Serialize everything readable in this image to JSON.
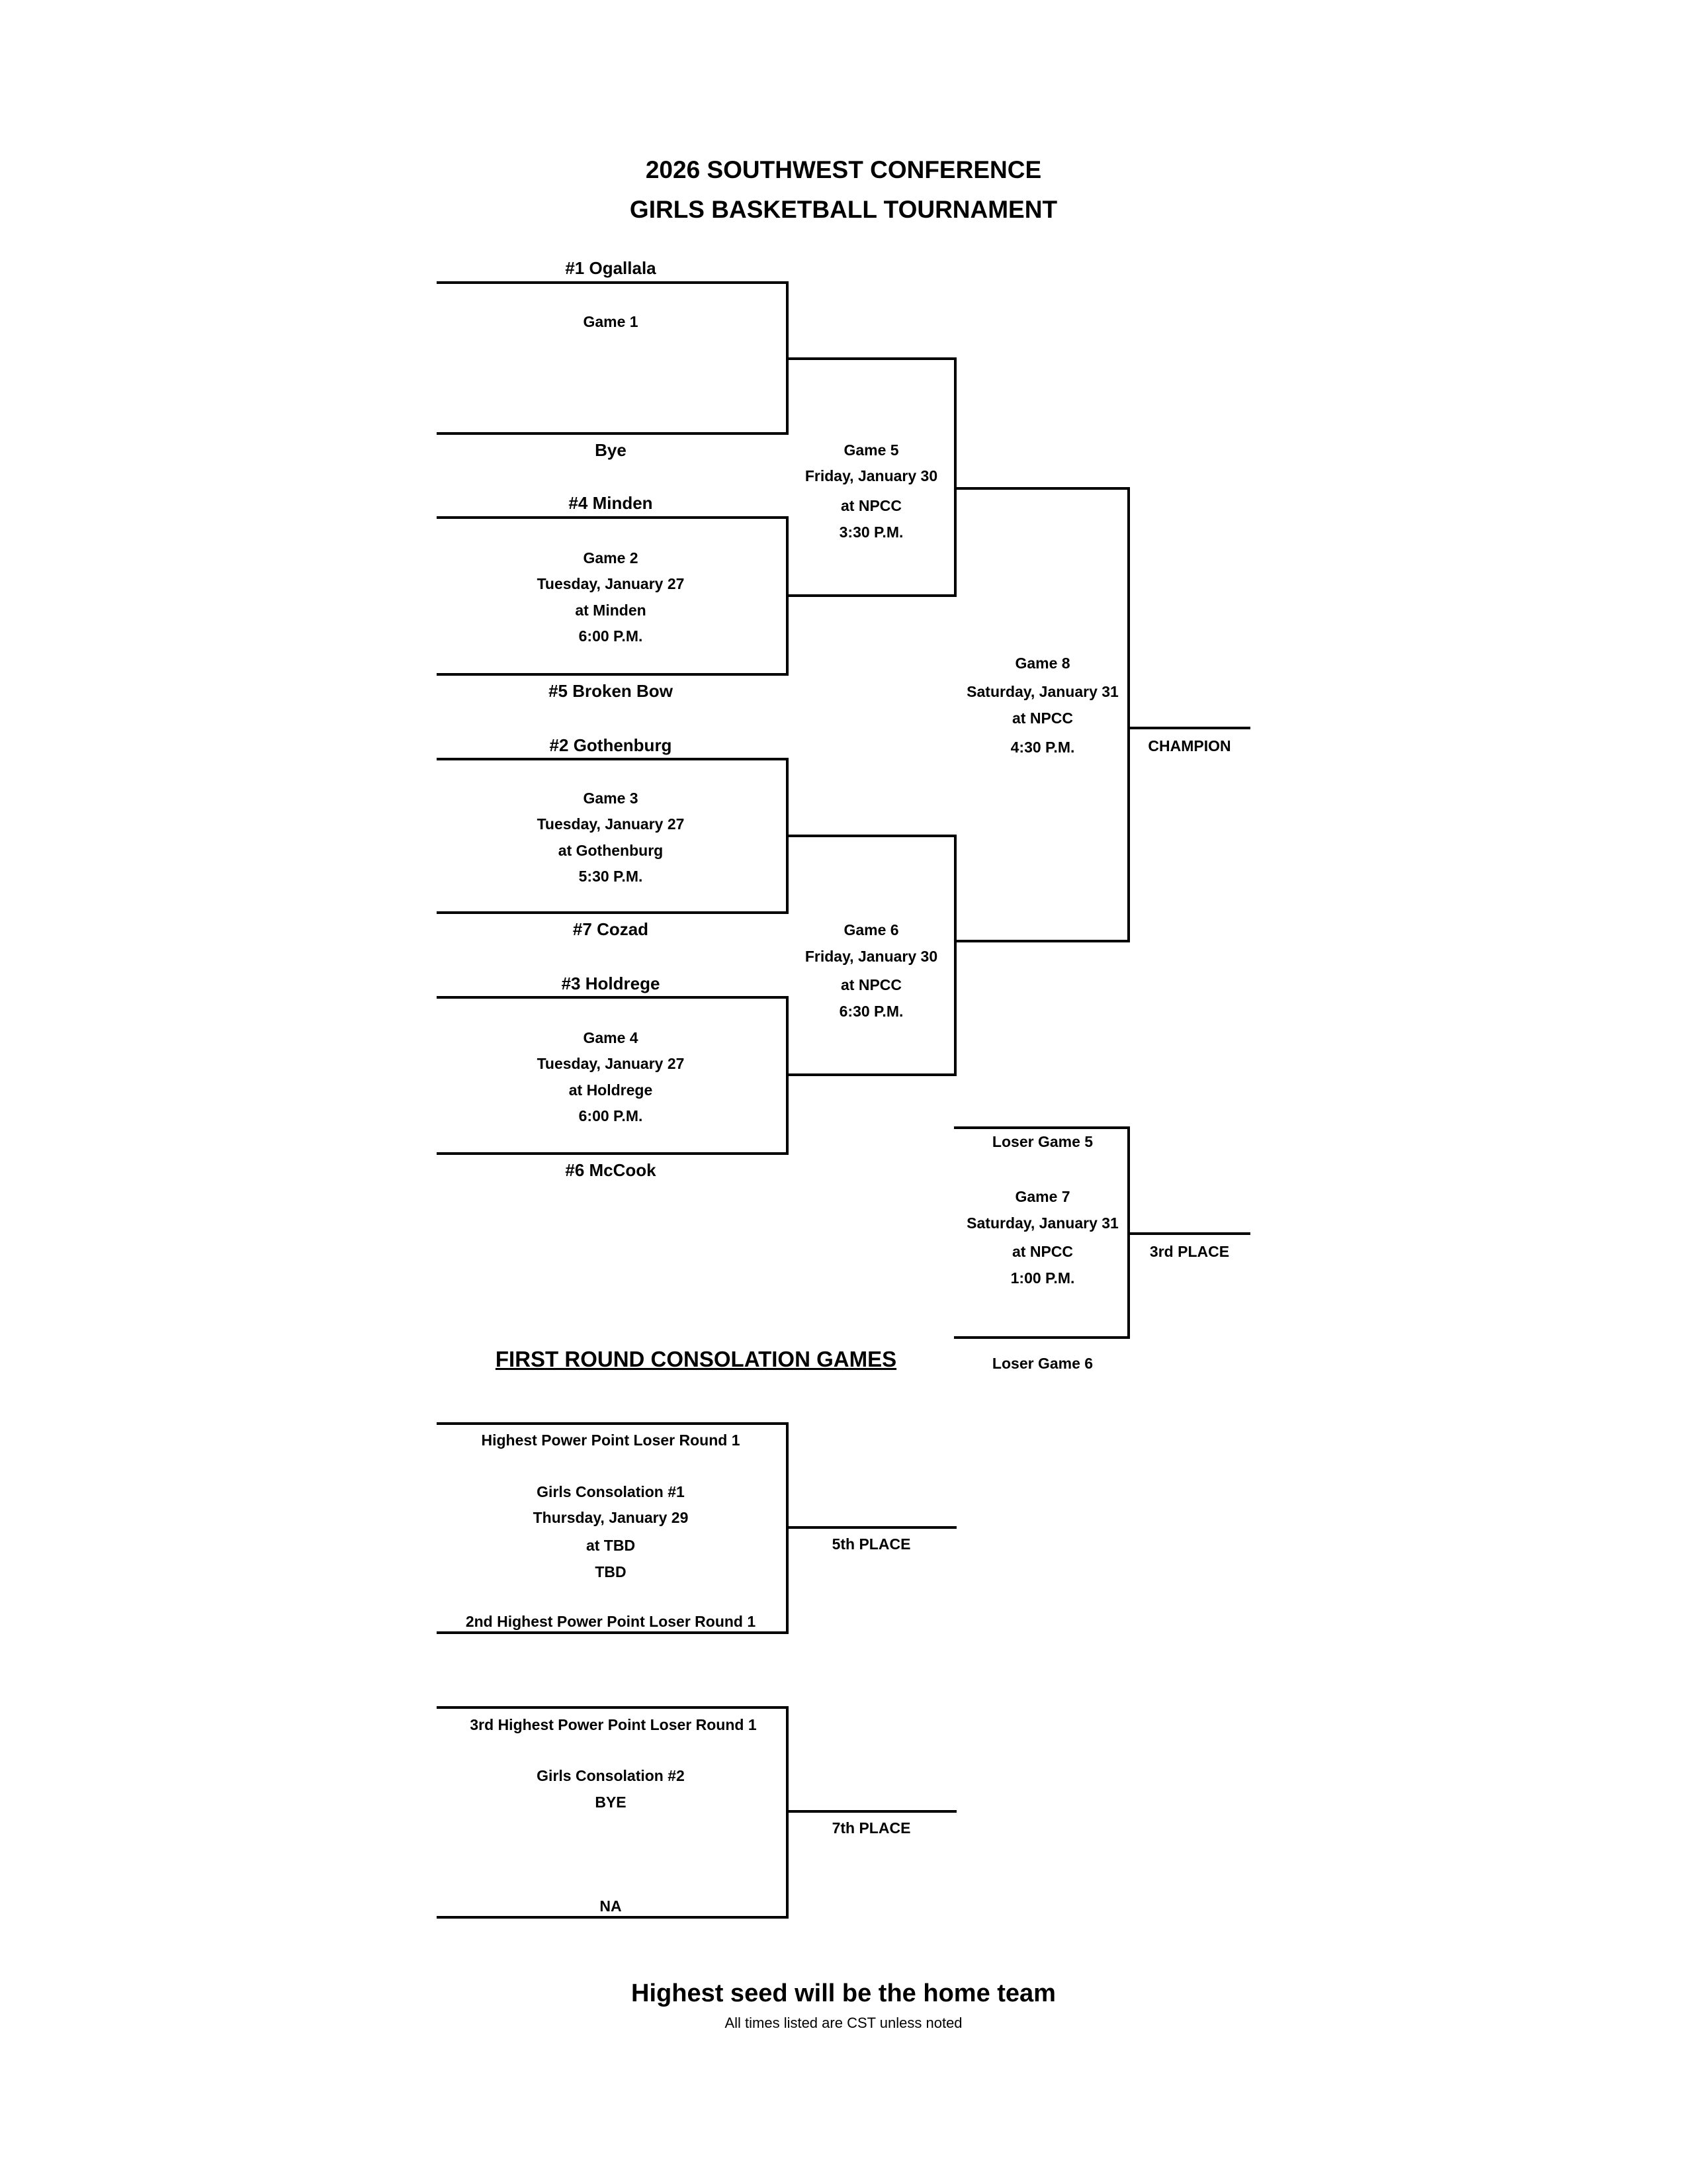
{
  "header": {
    "title_line1": "2026 SOUTHWEST CONFERENCE",
    "title_line2": "GIRLS BASKETBALL TOURNAMENT"
  },
  "round1": {
    "game1": {
      "top_team": "#1 Ogallala",
      "label": "Game 1",
      "bottom_team": "Bye"
    },
    "game2": {
      "top_team": "#4 Minden",
      "label": "Game 2",
      "date": "Tuesday, January 27",
      "location": "at Minden",
      "time": "6:00 P.M.",
      "bottom_team": "#5 Broken Bow"
    },
    "game3": {
      "top_team": "#2 Gothenburg",
      "label": "Game 3",
      "date": "Tuesday, January 27",
      "location": "at Gothenburg",
      "time": "5:30 P.M.",
      "bottom_team": "#7 Cozad"
    },
    "game4": {
      "top_team": "#3 Holdrege",
      "label": "Game 4",
      "date": "Tuesday, January 27",
      "location": "at Holdrege",
      "time": "6:00 P.M.",
      "bottom_team": "#6 McCook"
    }
  },
  "semifinals": {
    "game5": {
      "label": "Game 5",
      "date": "Friday, January 30",
      "location": "at NPCC",
      "time": "3:30 P.M."
    },
    "game6": {
      "label": "Game 6",
      "date": "Friday, January 30",
      "location": "at NPCC",
      "time": "6:30 P.M."
    }
  },
  "final": {
    "game8": {
      "label": "Game 8",
      "date": "Saturday, January 31",
      "location": "at NPCC",
      "time": "4:30 P.M."
    },
    "result": "CHAMPION"
  },
  "third_place": {
    "top": "Loser Game 5",
    "label": "Game 7",
    "date": "Saturday, January 31",
    "location": "at NPCC",
    "time": "1:00 P.M.",
    "bottom": "Loser Game 6",
    "result": "3rd PLACE"
  },
  "consolation": {
    "heading": "FIRST ROUND CONSOLATION GAMES",
    "game1": {
      "top": "Highest Power Point Loser Round 1",
      "label": "Girls Consolation #1",
      "date": "Thursday, January 29",
      "location": "at TBD",
      "time": "TBD",
      "bottom": "2nd Highest Power Point Loser Round 1",
      "result": "5th PLACE"
    },
    "game2": {
      "top": "3rd Highest Power Point Loser Round 1",
      "label": "Girls Consolation #2",
      "note": "BYE",
      "bottom": "NA",
      "result": "7th PLACE"
    }
  },
  "footer": {
    "main": "Highest seed will be the home team",
    "sub": "All times listed are CST unless noted"
  }
}
